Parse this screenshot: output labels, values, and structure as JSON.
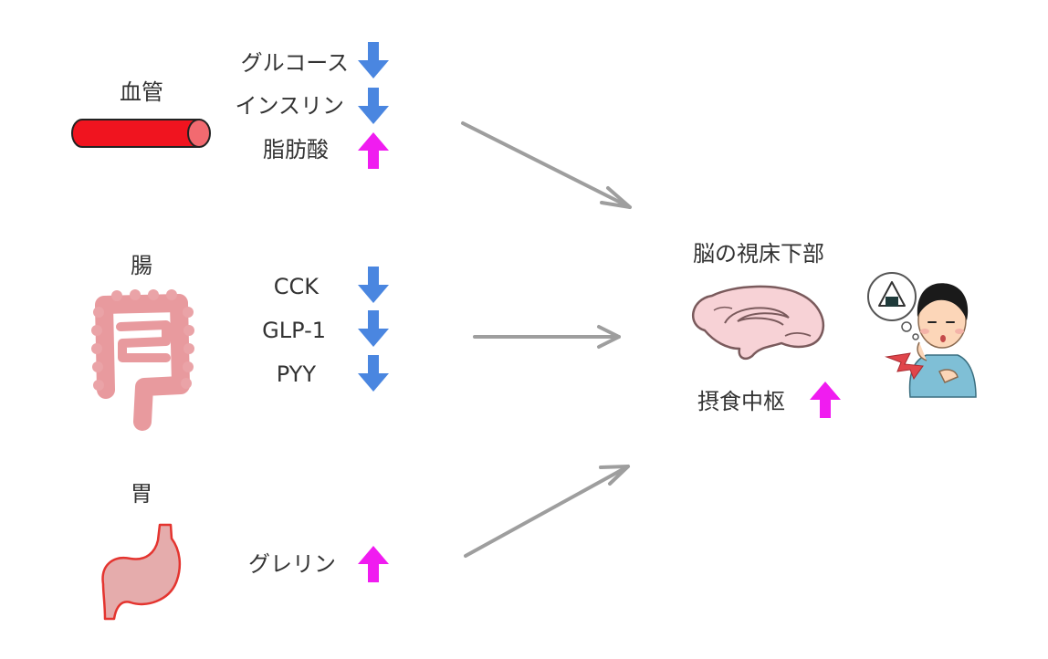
{
  "sections": {
    "blood": {
      "label": "血管",
      "items": [
        {
          "name": "グルコース",
          "direction": "down"
        },
        {
          "name": "インスリン",
          "direction": "down"
        },
        {
          "name": "脂肪酸",
          "direction": "up"
        }
      ]
    },
    "gut": {
      "label": "腸",
      "items": [
        {
          "name": "CCK",
          "direction": "down"
        },
        {
          "name": "GLP-1",
          "direction": "down"
        },
        {
          "name": "PYY",
          "direction": "down"
        }
      ]
    },
    "stomach": {
      "label": "胃",
      "items": [
        {
          "name": "グレリン",
          "direction": "up"
        }
      ]
    }
  },
  "brain": {
    "label": "脳の視床下部",
    "center_label": "摂食中枢",
    "direction": "up"
  },
  "colors": {
    "down": "#4a86e0",
    "up": "#f01cf0",
    "connector": "#9e9e9e",
    "vessel": "#f0141f",
    "intestine": "#e89a9e",
    "stomach_fill": "#e5acac",
    "stomach_stroke": "#e4342f",
    "brain_fill": "#f7d2d6",
    "shirt": "#7fbfd6"
  }
}
